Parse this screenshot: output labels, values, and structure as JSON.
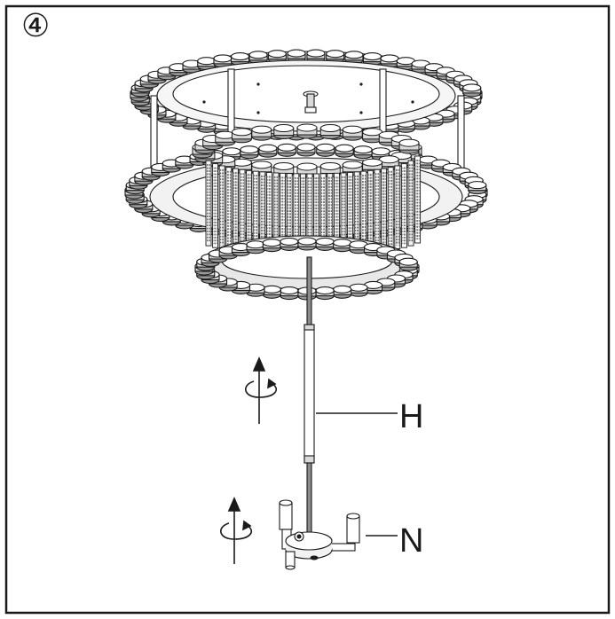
{
  "diagram": {
    "step_marker": "④",
    "parts": [
      {
        "id": "H",
        "label": "H"
      },
      {
        "id": "N",
        "label": "N"
      }
    ],
    "colors": {
      "line": "#1a1a1a",
      "fill_light": "#f2f2f2",
      "fill_mid": "#d9d9d9",
      "fill_dark": "#9a9a9a",
      "background": "#ffffff"
    },
    "icons": [
      "rotate-arrow-icon",
      "rotate-arrow-icon"
    ]
  }
}
